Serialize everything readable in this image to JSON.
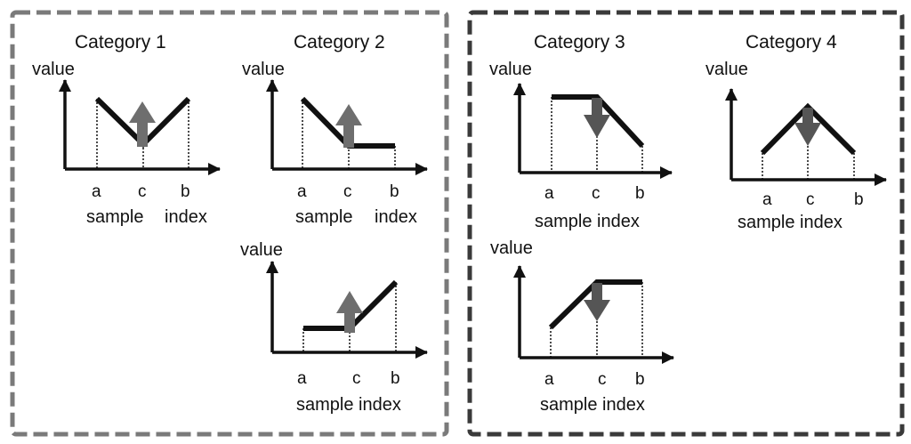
{
  "colors": {
    "group_left_border": "#7a7a7a",
    "group_right_border": "#3a3a3a",
    "curve": "#111111",
    "arrow": "#6e6e6e"
  },
  "icons": {
    "up_arrow": "arrow-up-icon",
    "down_arrow": "arrow-down-icon"
  },
  "groups": {
    "left": {
      "cat1": {
        "title": "Category 1",
        "ylabel": "value",
        "ticks": [
          "a",
          "c",
          "b"
        ],
        "xlabel": [
          "sample",
          "index"
        ]
      },
      "cat2a": {
        "title": "Category 2",
        "ylabel": "value",
        "ticks": [
          "a",
          "c",
          "b"
        ],
        "xlabel": [
          "sample",
          "index"
        ]
      },
      "cat2b": {
        "ylabel": "value",
        "ticks": [
          "a",
          "c",
          "b"
        ],
        "xlabel": "sample index"
      }
    },
    "right": {
      "cat3a": {
        "title": "Category 3",
        "ylabel": "value",
        "ticks": [
          "a",
          "c",
          "b"
        ],
        "xlabel": "sample index"
      },
      "cat4": {
        "title": "Category 4",
        "ylabel": "value",
        "ticks": [
          "a",
          "c",
          "b"
        ],
        "xlabel": "sample index"
      },
      "cat3b": {
        "ylabel": "value",
        "ticks": [
          "a",
          "c",
          "b"
        ],
        "xlabel": "sample index"
      }
    }
  }
}
